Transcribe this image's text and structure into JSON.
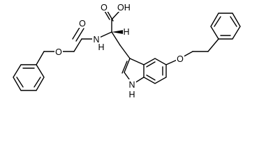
{
  "labels": {
    "carboxyl_oxygen": "O",
    "hydroxyl": "OH",
    "carbamate_carbonyl_oxygen": "O",
    "carbamate_nh": "N",
    "carbamate_nh_hydrogen": "H",
    "carbamate_ether_oxygen": "O",
    "alpha_hydrogen": "H",
    "ether_oxygen": "O",
    "indole_nh_hydrogen": "H",
    "indole_nitrogen": "N"
  }
}
